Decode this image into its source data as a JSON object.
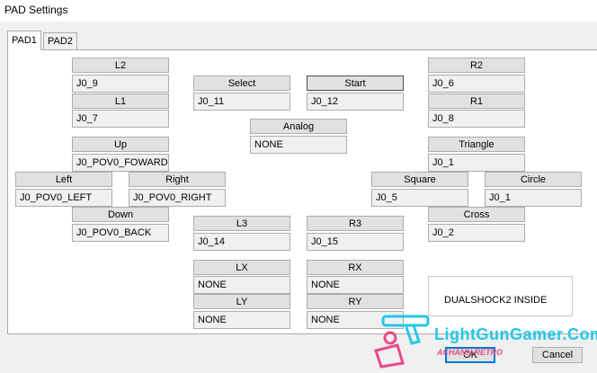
{
  "window": {
    "title": "PAD Settings"
  },
  "tabs": [
    "PAD1",
    "PAD2"
  ],
  "controls": {
    "l2": {
      "label": "L2",
      "value": "J0_9"
    },
    "l1": {
      "label": "L1",
      "value": "J0_7"
    },
    "up": {
      "label": "Up",
      "value": "J0_POV0_FOWARD"
    },
    "left": {
      "label": "Left",
      "value": "J0_POV0_LEFT"
    },
    "right": {
      "label": "Right",
      "value": "J0_POV0_RIGHT"
    },
    "down": {
      "label": "Down",
      "value": "J0_POV0_BACK"
    },
    "select": {
      "label": "Select",
      "value": "J0_11"
    },
    "start": {
      "label": "Start",
      "value": "J0_12"
    },
    "analog": {
      "label": "Analog",
      "value": "NONE"
    },
    "l3": {
      "label": "L3",
      "value": "J0_14"
    },
    "r3": {
      "label": "R3",
      "value": "J0_15"
    },
    "lx": {
      "label": "LX",
      "value": "NONE"
    },
    "ly": {
      "label": "LY",
      "value": "NONE"
    },
    "rx": {
      "label": "RX",
      "value": "NONE"
    },
    "ry": {
      "label": "RY",
      "value": "NONE"
    },
    "r2": {
      "label": "R2",
      "value": "J0_6"
    },
    "r1": {
      "label": "R1",
      "value": "J0_8"
    },
    "triangle": {
      "label": "Triangle",
      "value": "J0_1"
    },
    "square": {
      "label": "Square",
      "value": "J0_5"
    },
    "circle": {
      "label": "Circle",
      "value": "J0_1"
    },
    "cross": {
      "label": "Cross",
      "value": "J0_2"
    }
  },
  "groupbox": {
    "text": "DUALSHOCK2 INSIDE"
  },
  "buttons": {
    "ok": "OK",
    "cancel": "Cancel"
  },
  "watermark": {
    "text": "LightGunGamer.Com",
    "sub": "ACHANN RETRO"
  },
  "colors": {
    "accent": "#0078d7",
    "watermark_blue": "#22c7e6",
    "watermark_pink": "#e84a8a"
  }
}
